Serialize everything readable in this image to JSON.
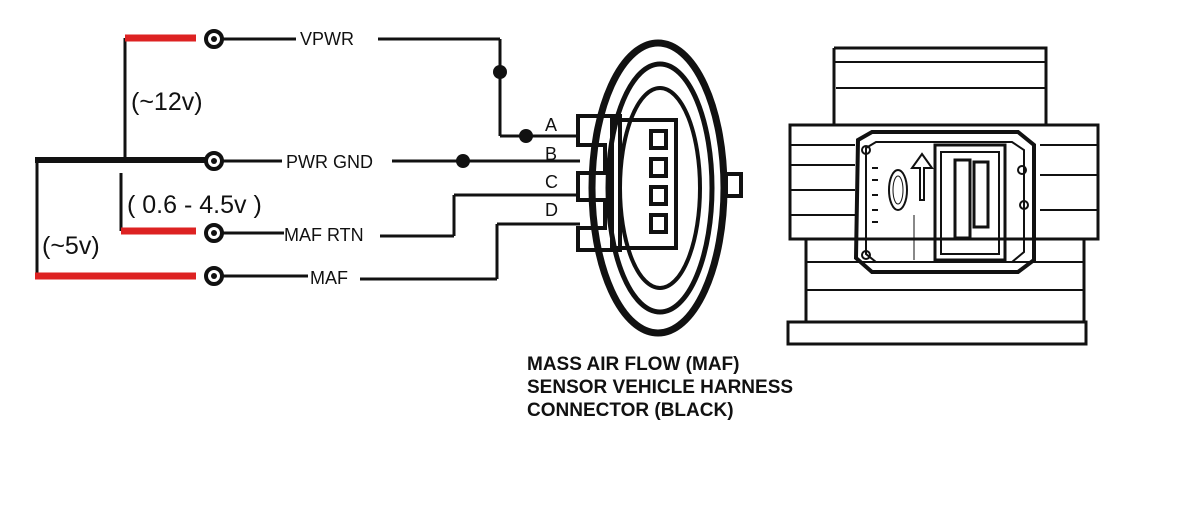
{
  "colors": {
    "wire": "#111111",
    "voltage_marker": "#dd2222",
    "background": "#ffffff"
  },
  "signals": {
    "vpwr": "VPWR",
    "pwr_gnd": "PWR GND",
    "maf_rtn": "MAF RTN",
    "maf": "MAF"
  },
  "voltages": {
    "vpwr": "(~12v)",
    "maf_signal": "( 0.6 - 4.5v )",
    "maf": "(~5v)"
  },
  "connector_pins": {
    "a": "A",
    "b": "B",
    "c": "C",
    "d": "D"
  },
  "caption": {
    "line1": "MASS AIR FLOW (MAF)",
    "line2": "SENSOR VEHICLE HARNESS",
    "line3": "CONNECTOR (BLACK)"
  }
}
